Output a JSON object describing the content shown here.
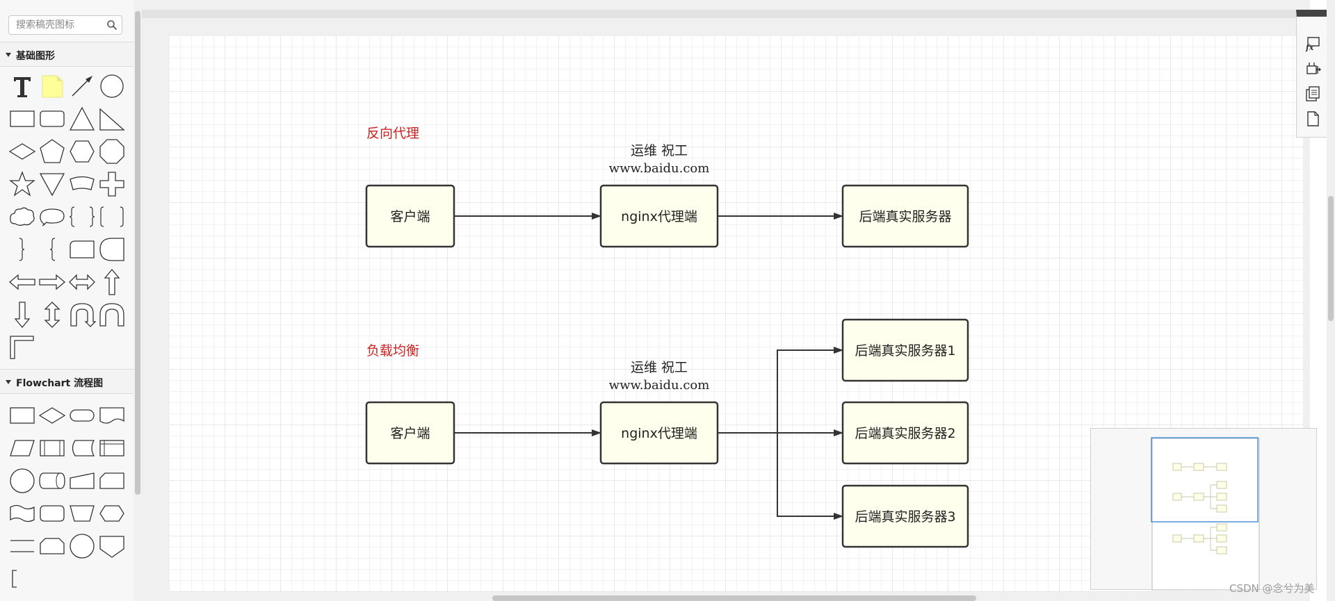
{
  "sidebar": {
    "search_placeholder": "搜索稿壳图标",
    "sections": [
      {
        "title": "基础图形"
      },
      {
        "title": "Flowchart 流程图"
      }
    ]
  },
  "diagram": {
    "section_labels": [
      "反向代理",
      "负载均衡"
    ],
    "annotation_lines": [
      "运维 祝工",
      "www.baidu.com"
    ],
    "nodes": {
      "client_1": "客户端",
      "proxy_1": "nginx代理端",
      "server_1": "后端真实服务器",
      "client_2": "客户端",
      "proxy_2": "nginx代理端",
      "server_2a": "后端真实服务器1",
      "server_2b": "后端真实服务器2",
      "server_2c": "后端真实服务器3"
    },
    "edges": [
      [
        "client_1",
        "proxy_1"
      ],
      [
        "proxy_1",
        "server_1"
      ],
      [
        "client_2",
        "proxy_2"
      ],
      [
        "proxy_2",
        "server_2a"
      ],
      [
        "proxy_2",
        "server_2b"
      ],
      [
        "proxy_2",
        "server_2c"
      ]
    ],
    "colors": {
      "node_fill": "#ffffee",
      "node_stroke": "#333333",
      "section_label": "#cc2222",
      "edge": "#333333"
    }
  },
  "toolbar_icons": [
    "formula-icon",
    "crop-icon",
    "pages-icon",
    "page-icon"
  ],
  "watermark": "CSDN @念兮为美"
}
